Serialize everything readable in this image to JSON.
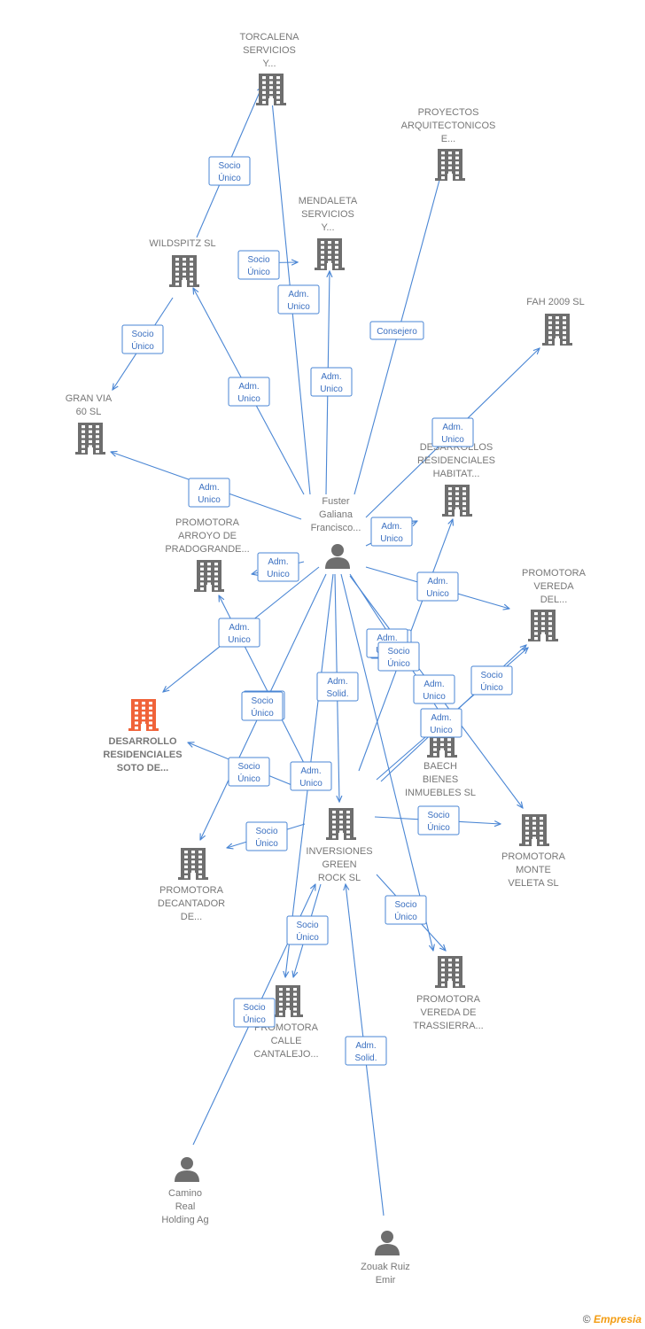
{
  "nodes": [
    {
      "id": "fuster",
      "kind": "person",
      "lines": [
        "Fuster",
        "Galiana",
        "Francisco..."
      ]
    },
    {
      "id": "torcalena",
      "kind": "company",
      "lines": [
        "TORCALENA",
        "SERVICIOS",
        "Y..."
      ]
    },
    {
      "id": "proyectos",
      "kind": "company",
      "lines": [
        "PROYECTOS",
        "ARQUITECTONICOS",
        "E..."
      ]
    },
    {
      "id": "mendaleta",
      "kind": "company",
      "lines": [
        "MENDALETA",
        "SERVICIOS",
        "Y..."
      ]
    },
    {
      "id": "wildspitz",
      "kind": "company",
      "lines": [
        "WILDSPITZ  SL"
      ]
    },
    {
      "id": "fah",
      "kind": "company",
      "lines": [
        "FAH 2009 SL"
      ]
    },
    {
      "id": "granvia",
      "kind": "company",
      "lines": [
        "GRAN VIA",
        "60 SL"
      ]
    },
    {
      "id": "desarrollos_habitat",
      "kind": "company",
      "lines": [
        "DESARROLLOS",
        "RESIDENCIALES",
        "HABITAT..."
      ]
    },
    {
      "id": "arroyo",
      "kind": "company",
      "lines": [
        "PROMOTORA",
        "ARROYO DE",
        "PRADOGRANDE..."
      ]
    },
    {
      "id": "vereda_del",
      "kind": "company",
      "lines": [
        "PROMOTORA",
        "VEREDA",
        "DEL..."
      ]
    },
    {
      "id": "soto",
      "kind": "company",
      "highlight": true,
      "lines": [
        "DESARROLLO",
        "RESIDENCIALES",
        "SOTO DE..."
      ]
    },
    {
      "id": "baech",
      "kind": "company",
      "lines": [
        "BAECH",
        "BIENES",
        "INMUEBLES SL"
      ]
    },
    {
      "id": "inversiones",
      "kind": "company",
      "lines": [
        "INVERSIONES",
        "GREEN",
        "ROCK SL"
      ]
    },
    {
      "id": "monte_veleta",
      "kind": "company",
      "lines": [
        "PROMOTORA",
        "MONTE",
        "VELETA  SL"
      ]
    },
    {
      "id": "decantador",
      "kind": "company",
      "lines": [
        "PROMOTORA",
        "DECANTADOR",
        "DE..."
      ]
    },
    {
      "id": "trassierra",
      "kind": "company",
      "lines": [
        "PROMOTORA",
        "VEREDA DE",
        "TRASSIERRA..."
      ]
    },
    {
      "id": "cantalejo",
      "kind": "company",
      "lines": [
        "PROMOTORA",
        "CALLE",
        "CANTALEJO..."
      ]
    },
    {
      "id": "camino",
      "kind": "person",
      "lines": [
        "Camino",
        "Real",
        "Holding Ag"
      ]
    },
    {
      "id": "zouak",
      "kind": "person",
      "lines": [
        "Zouak Ruiz",
        "Emir"
      ]
    }
  ],
  "edges": [
    {
      "from": "wildspitz",
      "to": "torcalena",
      "label": [
        "Socio",
        "Único"
      ]
    },
    {
      "from": "fuster",
      "to": "torcalena",
      "label": [
        "Adm.",
        "Unico"
      ]
    },
    {
      "from": "wildspitz",
      "to": "mendaleta",
      "label": [
        "Socio",
        "Único"
      ]
    },
    {
      "from": "fuster",
      "to": "mendaleta",
      "label": [
        "Adm.",
        "Unico"
      ]
    },
    {
      "from": "fuster",
      "to": "proyectos",
      "label": [
        "Consejero"
      ]
    },
    {
      "from": "wildspitz",
      "to": "granvia",
      "label": [
        "Socio",
        "Único"
      ]
    },
    {
      "from": "fuster",
      "to": "wildspitz",
      "label": [
        "Adm.",
        "Unico"
      ]
    },
    {
      "from": "fuster",
      "to": "fah",
      "label": [
        "Adm.",
        "Unico"
      ]
    },
    {
      "from": "fuster",
      "to": "granvia",
      "label": [
        "Adm.",
        "Unico"
      ]
    },
    {
      "from": "fuster",
      "to": "desarrollos_habitat",
      "label": [
        "Adm.",
        "Unico"
      ]
    },
    {
      "from": "fuster",
      "to": "arroyo",
      "label": [
        "Adm.",
        "Unico"
      ]
    },
    {
      "from": "fuster",
      "to": "vereda_del",
      "label": [
        "Adm.",
        "Unico"
      ]
    },
    {
      "from": "fuster",
      "to": "soto",
      "label": [
        "Adm.",
        "Unico"
      ]
    },
    {
      "from": "inversiones",
      "to": "arroyo",
      "label": [
        "Adm.",
        "Unico"
      ]
    },
    {
      "from": "fuster",
      "to": "baech",
      "label": [
        "Adm.",
        "Unico"
      ]
    },
    {
      "from": "fuster",
      "to": "inversiones",
      "label": [
        "Adm.",
        "Solid."
      ]
    },
    {
      "from": "fuster",
      "to": "decantador",
      "label": [
        "Socio",
        "Único"
      ]
    },
    {
      "from": "inversiones",
      "to": "desarrollos_habitat",
      "label": [
        "Socio",
        "Único"
      ]
    },
    {
      "from": "inversiones",
      "to": "vereda_del",
      "label": [
        "Socio",
        "Único"
      ]
    },
    {
      "from": "fuster",
      "to": "monte_veleta",
      "label": [
        "Adm.",
        "Unico"
      ]
    },
    {
      "from": "inversiones",
      "to": "vereda_del",
      "label": [
        "Adm.",
        "Unico"
      ]
    },
    {
      "from": "inversiones",
      "to": "soto",
      "label": [
        "Socio",
        "Único"
      ]
    },
    {
      "from": "inversiones",
      "to": "decantador",
      "label": [
        "Socio",
        "Único"
      ]
    },
    {
      "from": "inversiones",
      "to": "monte_veleta",
      "label": [
        "Socio",
        "Único"
      ]
    },
    {
      "from": "inversiones",
      "to": "trassierra",
      "label": [
        "Socio",
        "Único"
      ]
    },
    {
      "from": "fuster",
      "to": "trassierra",
      "label": [
        "Socio",
        "Único"
      ]
    },
    {
      "from": "inversiones",
      "to": "cantalejo",
      "label": [
        "Socio",
        "Único"
      ]
    },
    {
      "from": "fuster",
      "to": "cantalejo",
      "label": [
        "Adm.",
        "Unico"
      ]
    },
    {
      "from": "camino",
      "to": "inversiones",
      "label": [
        "Socio",
        "Único"
      ]
    },
    {
      "from": "zouak",
      "to": "inversiones",
      "label": [
        "Adm.",
        "Solid."
      ]
    }
  ],
  "colors": {
    "edge": "#4a86d4",
    "building": "#6e6e6e",
    "highlight": "#f0633a",
    "person": "#6e6e6e"
  },
  "icons": {
    "company": "building-icon",
    "person": "person-icon"
  },
  "brand": {
    "copyright": "©",
    "name": "Empresia"
  }
}
